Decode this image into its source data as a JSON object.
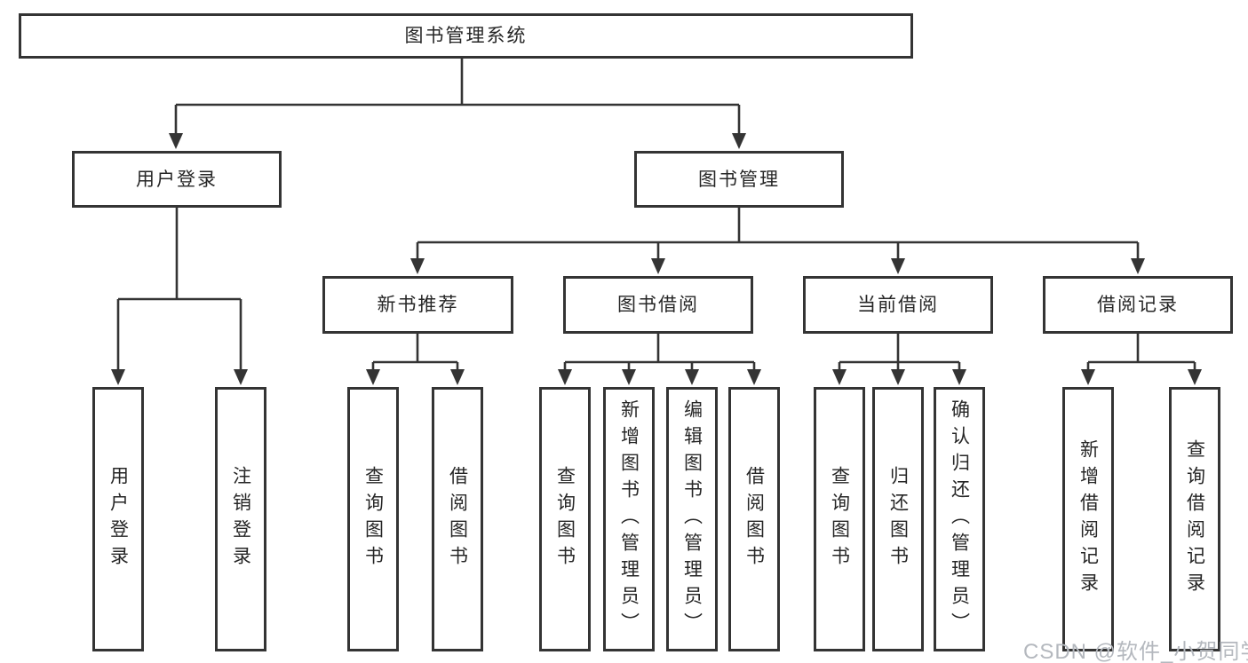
{
  "tree": {
    "label": "图书管理系统",
    "children": [
      {
        "label": "用户登录",
        "children": [
          {
            "label": "用户登录"
          },
          {
            "label": "注销登录"
          }
        ]
      },
      {
        "label": "图书管理",
        "children": [
          {
            "label": "新书推荐",
            "children": [
              {
                "label": "查询图书"
              },
              {
                "label": "借阅图书"
              }
            ]
          },
          {
            "label": "图书借阅",
            "children": [
              {
                "label": "查询图书"
              },
              {
                "label": "新增图书（管理员）"
              },
              {
                "label": "编辑图书（管理员）"
              },
              {
                "label": "借阅图书"
              }
            ]
          },
          {
            "label": "当前借阅",
            "children": [
              {
                "label": "查询图书"
              },
              {
                "label": "归还图书"
              },
              {
                "label": "确认归还（管理员）"
              }
            ]
          },
          {
            "label": "借阅记录",
            "children": [
              {
                "label": "新增借阅记录"
              },
              {
                "label": "查询借阅记录"
              }
            ]
          }
        ]
      }
    ]
  },
  "watermark": {
    "text": "CSDN @软件_小贺同学",
    "color": "#b4b8be"
  },
  "colors": {
    "line": "#343434",
    "box_border": "#343434",
    "box_fill": "#ffffff",
    "text": "#262626",
    "background": "#ffffff"
  }
}
